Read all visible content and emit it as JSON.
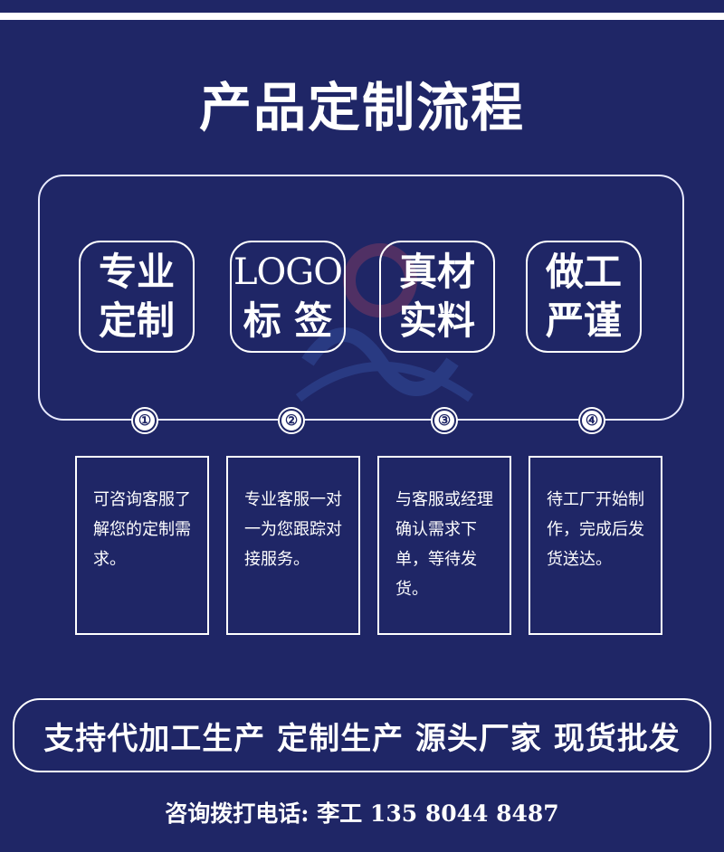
{
  "page": {
    "title": "产品定制流程"
  },
  "features": [
    {
      "line1": "专业",
      "line2": "定制"
    },
    {
      "line1": "LOGO",
      "line2": "标 签"
    },
    {
      "line1": "真材",
      "line2": "实料"
    },
    {
      "line1": "做工",
      "line2": "严谨"
    }
  ],
  "steps": [
    {
      "number": "①",
      "text": "可咨询客服了解您的定制需求。"
    },
    {
      "number": "②",
      "text": "专业客服一对一为您跟踪对接服务。"
    },
    {
      "number": "③",
      "text": "与客服或经理确认需求下单，等待发货。"
    },
    {
      "number": "④",
      "text": "待工厂开始制作，完成后发货送达。"
    }
  ],
  "slogan": "支持代加工生产 定制生产 源头厂家 现货批发",
  "contact": "咨询拨打电话: 李工 135 8044 8487",
  "colors": {
    "background": "#1f2666",
    "foreground": "#ffffff"
  }
}
